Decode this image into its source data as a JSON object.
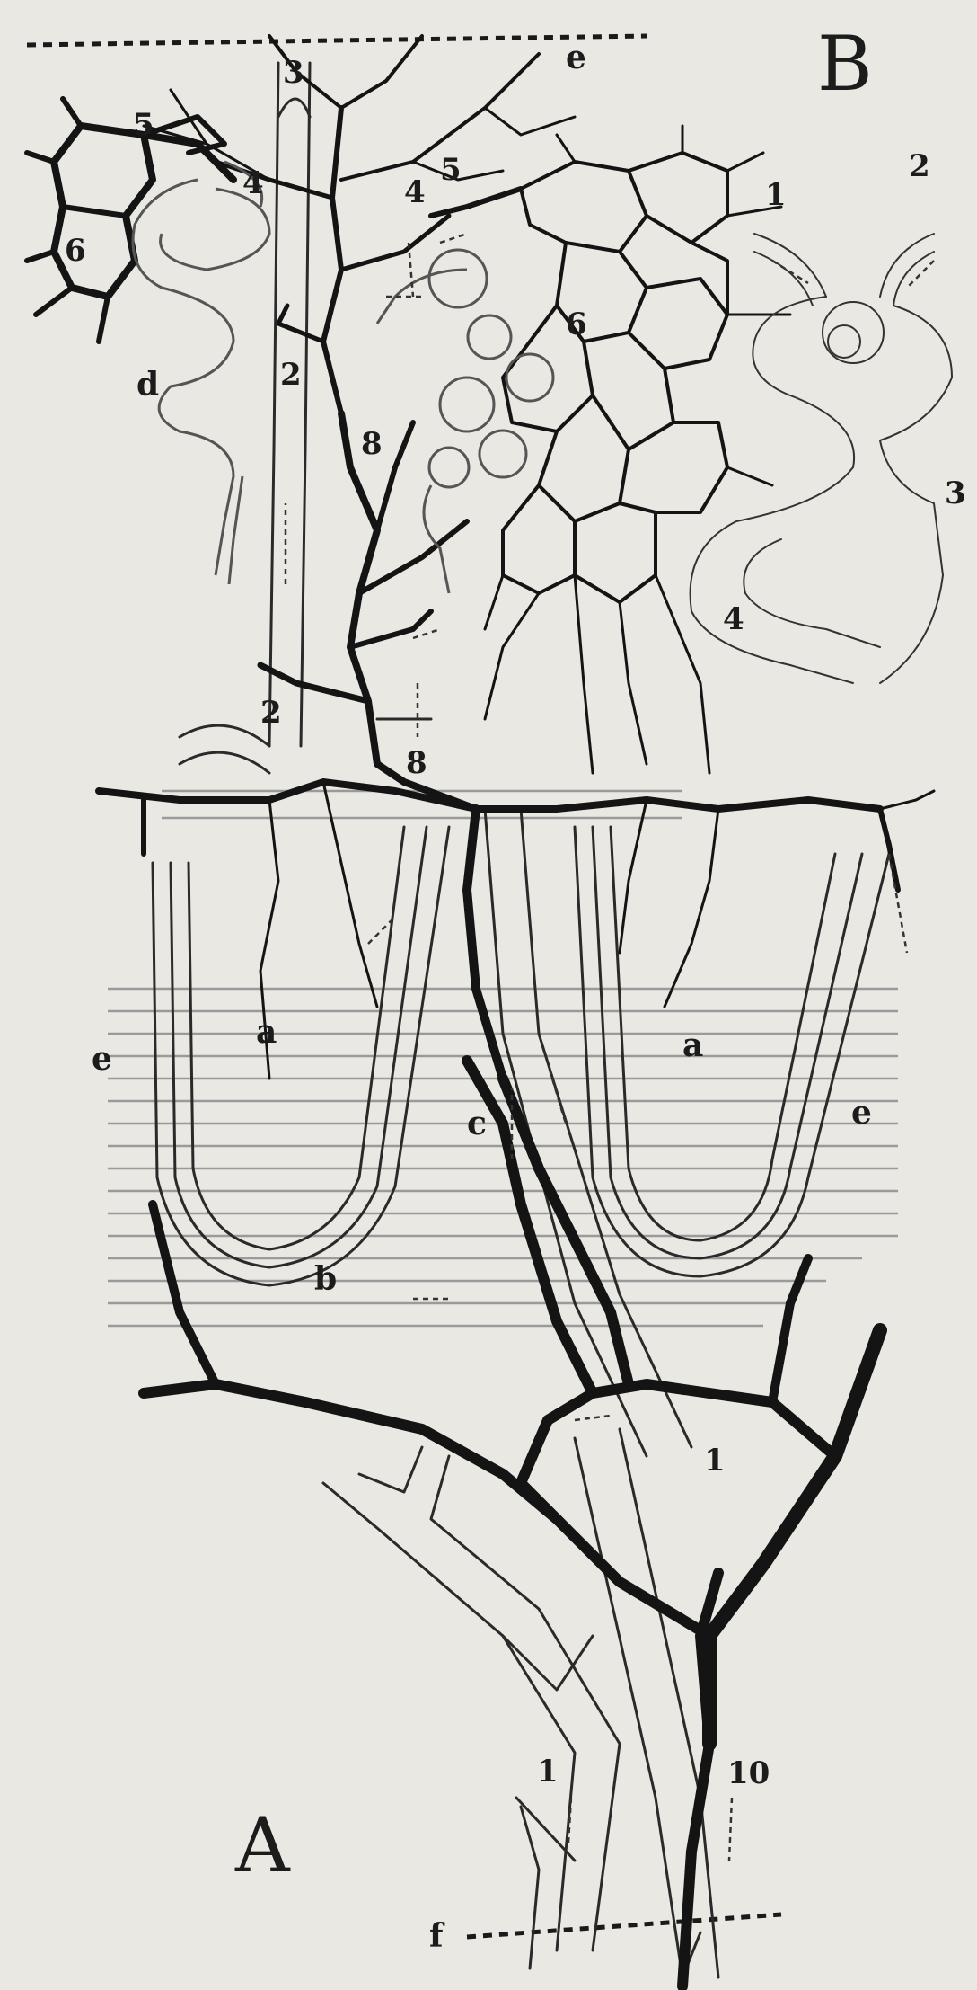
{
  "panels": {
    "a": "A",
    "b": "B"
  },
  "labels": {
    "n1_left": "1",
    "n1_right": "1",
    "n2_upper": "2",
    "n2_lower": "2",
    "n3_top": "3",
    "n4_left": "4",
    "n4_right": "4",
    "n5_left": "5",
    "n5_right": "5",
    "n6_left": "6",
    "n6_right": "6",
    "n8_upper": "8",
    "n8_lower": "8",
    "n10": "10",
    "a_left": "a",
    "a_right": "a",
    "b_lower": "b",
    "c_mid": "c",
    "d_left": "d",
    "e_top": "e",
    "e_left": "e",
    "e_right": "e",
    "f_bottom": "f",
    "b_panel_1": "1",
    "b_panel_2": "2",
    "b_panel_3": "3",
    "b_panel_4": "4"
  }
}
